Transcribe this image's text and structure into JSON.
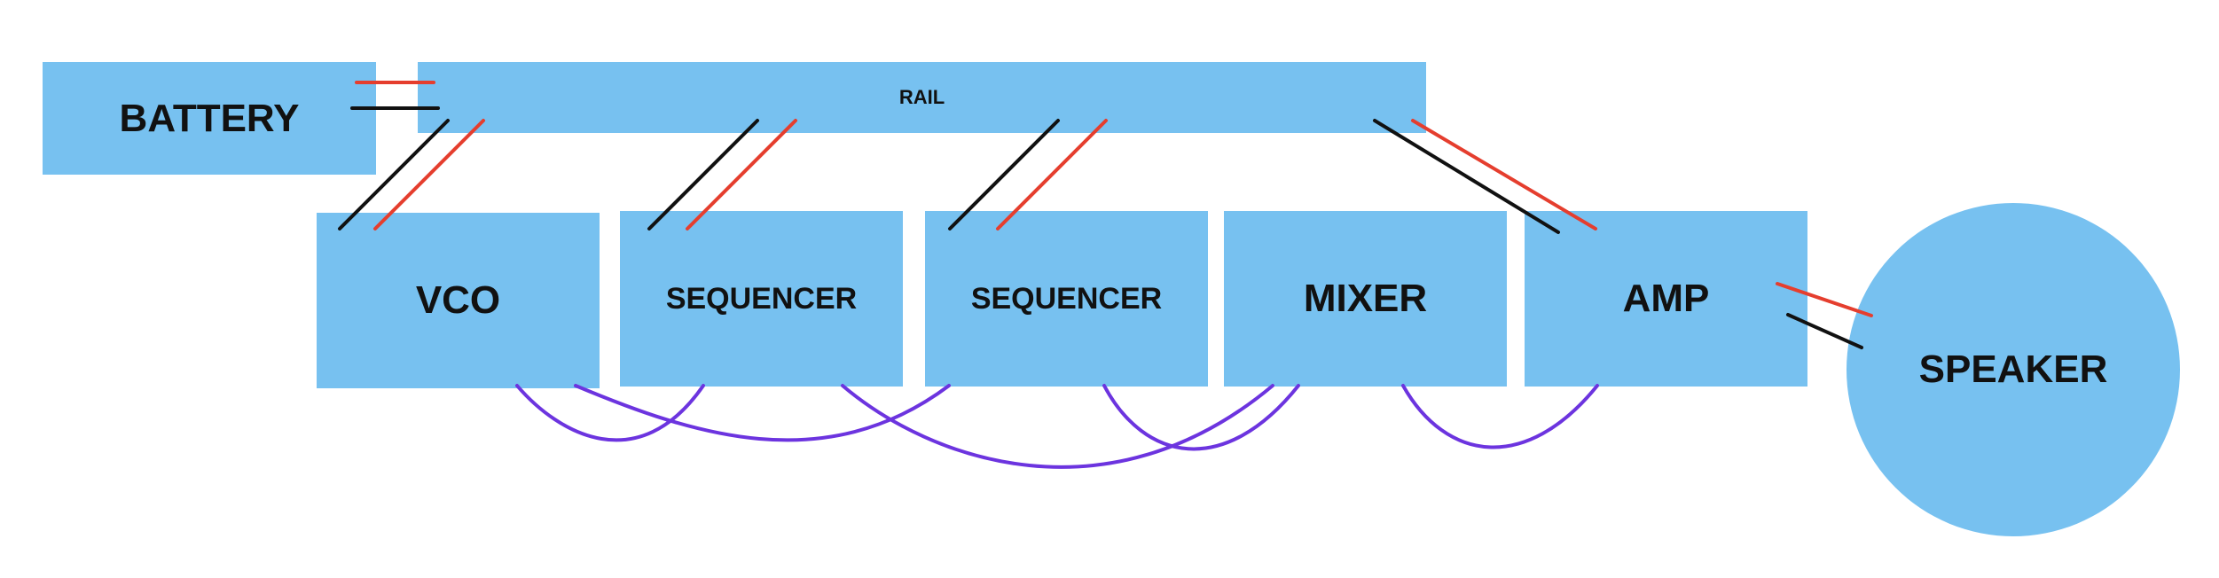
{
  "colors": {
    "block_fill": "#77c1f0",
    "power_positive": "#e53e2e",
    "power_negative": "#111111",
    "signal": "#6c34df"
  },
  "blocks": {
    "battery": "BATTERY",
    "rail": "RAIL",
    "vco": "VCO",
    "sequencer_1": "SEQUENCER",
    "sequencer_2": "SEQUENCER",
    "mixer": "MIXER",
    "amp": "AMP",
    "speaker": "SPEAKER"
  }
}
